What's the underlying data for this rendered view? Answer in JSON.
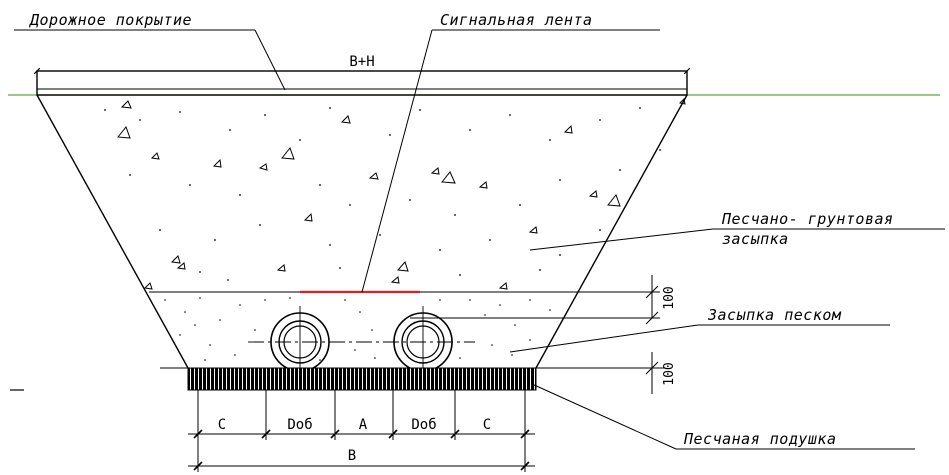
{
  "labels": {
    "road_surface": "Дорожное покрытие",
    "signal_tape": "Сигнальная лента",
    "backfill_line1": "Песчано- грунтовая",
    "backfill_line2": "засыпка",
    "sand_backfill": "Засыпка песком",
    "sand_cushion": "Песчаная подушка"
  },
  "dimensions": {
    "top_width": "B+H",
    "layer_above_pipes": "100",
    "layer_below_pipes": "100",
    "segment_c_left": "C",
    "segment_dob_left": "Dоб",
    "segment_a": "A",
    "segment_dob_right": "Dоб",
    "segment_c_right": "C",
    "bottom_width": "B"
  },
  "colors": {
    "line": "#000000",
    "ground_line": "#5fa83c",
    "signal_tape": "#e02020",
    "background": "#ffffff"
  }
}
